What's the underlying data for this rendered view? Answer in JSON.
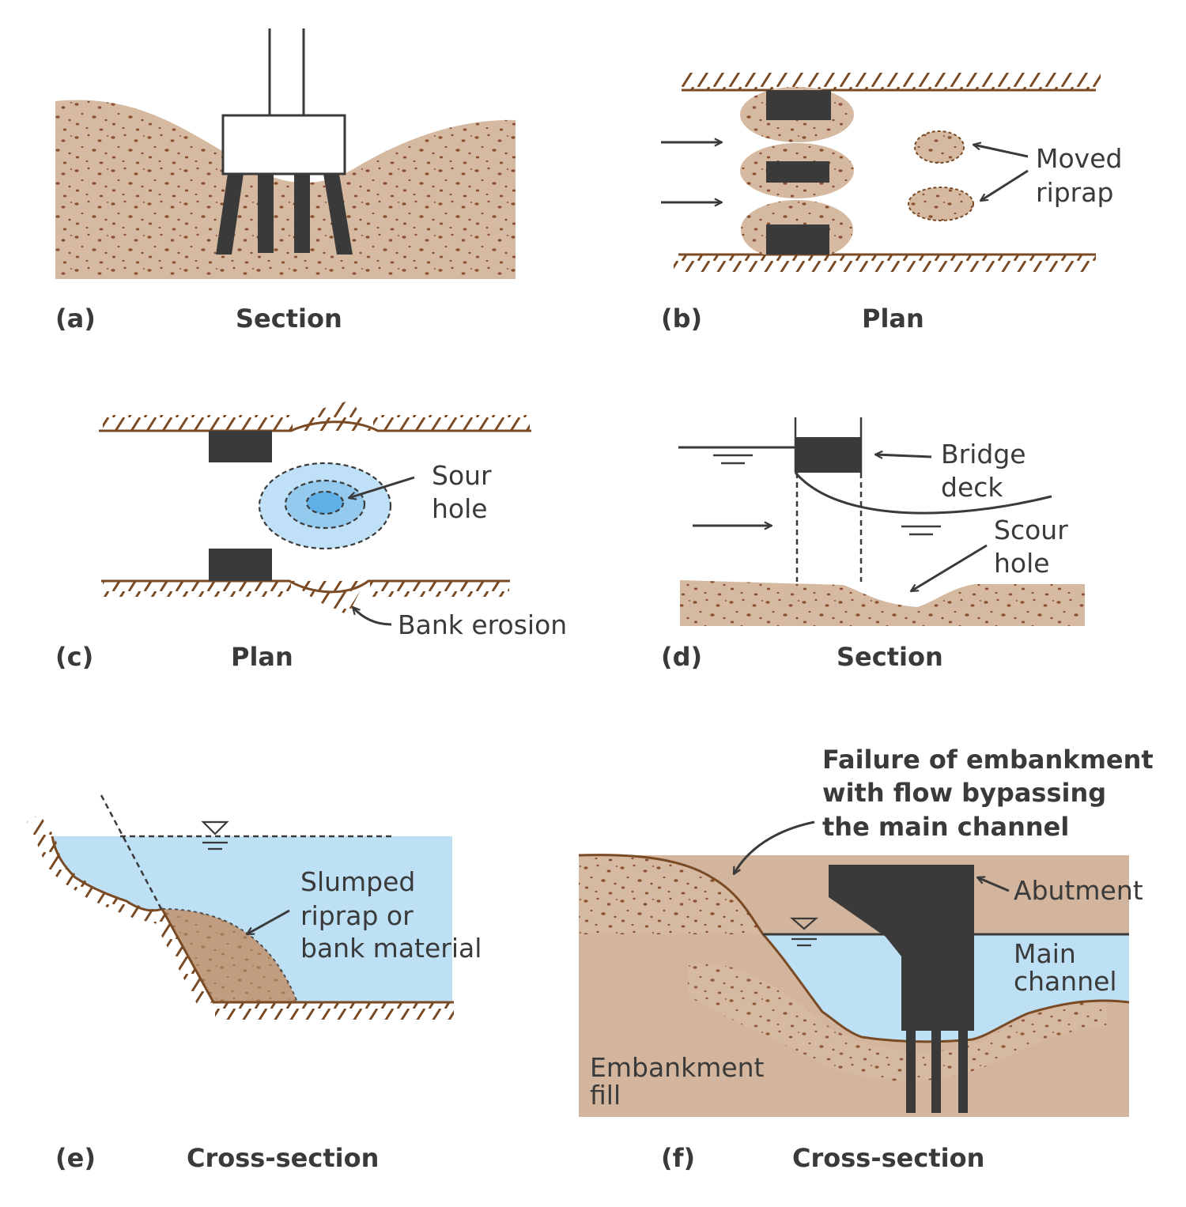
{
  "panels": {
    "a": {
      "letter": "(a)",
      "caption": "Section"
    },
    "b": {
      "letter": "(b)",
      "caption": "Plan",
      "moved_riprap": [
        "Moved",
        "riprap"
      ]
    },
    "c": {
      "letter": "(c)",
      "caption": "Plan",
      "sour_hole": [
        "Sour",
        "hole"
      ],
      "bank_erosion": "Bank erosion"
    },
    "d": {
      "letter": "(d)",
      "caption": "Section",
      "bridge_deck": [
        "Bridge",
        "deck"
      ],
      "scour_hole": [
        "Scour",
        "hole"
      ]
    },
    "e": {
      "letter": "(e)",
      "caption": "Cross-section",
      "slumped": [
        "Slumped",
        "riprap or",
        "bank material"
      ]
    },
    "f": {
      "letter": "(f)",
      "caption": "Cross-section",
      "title": [
        "Failure of embankment",
        "with flow bypassing",
        "the main channel"
      ],
      "abutment": "Abutment",
      "main_channel": [
        "Main",
        "channel"
      ],
      "embankment_fill": [
        "Embankment",
        "fill"
      ]
    }
  },
  "colors": {
    "soil": "#d5b9a0",
    "speckle": "#8a5030",
    "ground_line": "#7a4a24",
    "structure": "#3a3a3a",
    "water": "#bde0f5",
    "scour_outer": "#bfe0f6",
    "scour_mid": "#93caee",
    "scour_inner": "#5fb0e6"
  }
}
